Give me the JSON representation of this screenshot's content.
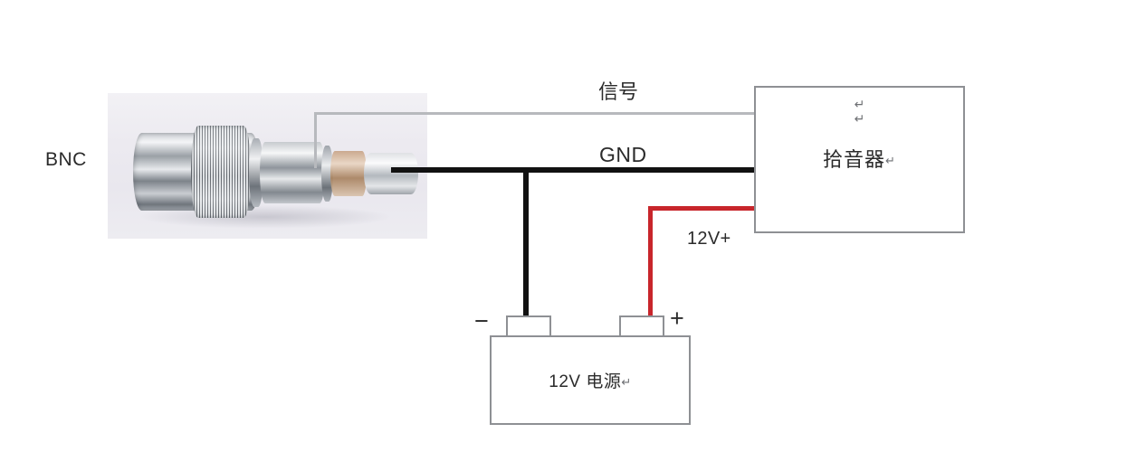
{
  "diagram": {
    "title": "BNC to pickup and 12V power supply wiring diagram",
    "connector_label": "BNC",
    "connector_photo_alt": "BNC coaxial connector",
    "wires": [
      {
        "id": "signal",
        "label": "信号",
        "color": "#b7b9bd"
      },
      {
        "id": "gnd",
        "label": "GND",
        "color": "#111111"
      },
      {
        "id": "power",
        "label": "12V+",
        "color": "#c8252b"
      }
    ],
    "pickup": {
      "name": "拾音器",
      "trailing_mark": "↵",
      "marks": [
        "↵",
        "↵"
      ]
    },
    "battery": {
      "name": "12V 电源",
      "trailing_mark": "↵",
      "negative_sign": "−",
      "positive_sign": "+"
    }
  }
}
